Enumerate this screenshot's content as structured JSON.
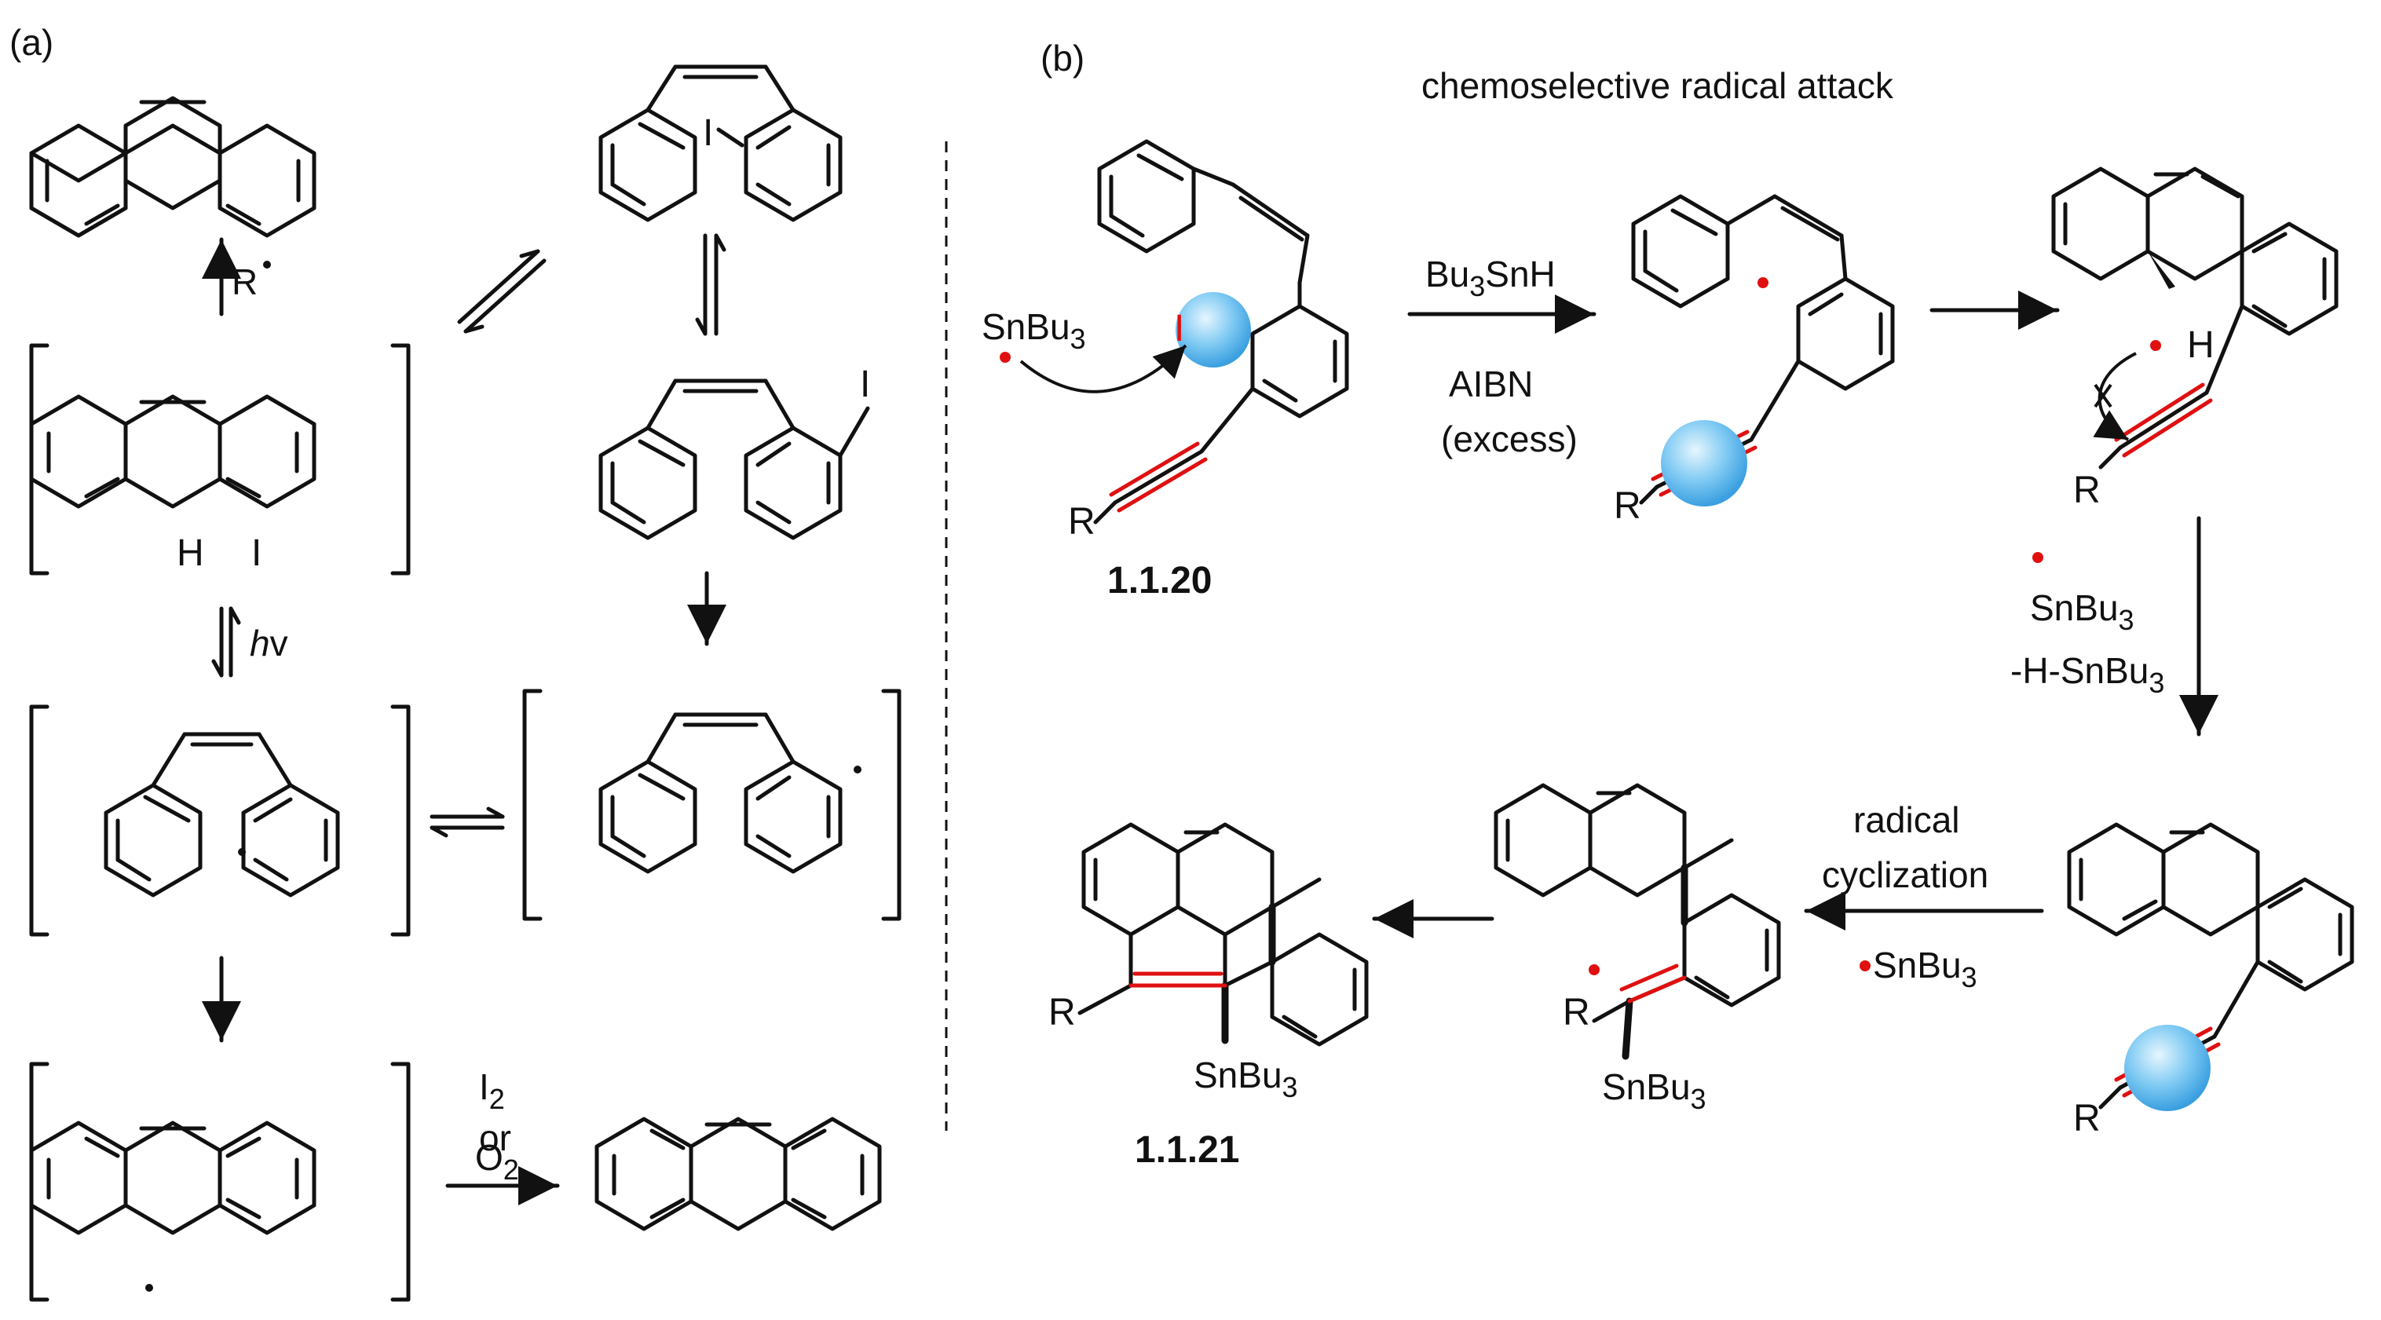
{
  "panel_labels": {
    "a": "(a)",
    "b": "(b)"
  },
  "title_b": "chemoselective radical attack",
  "atoms": {
    "I": "I",
    "H": "H",
    "R": "R"
  },
  "reagents": {
    "r_radical": "R",
    "hv_h": "h",
    "hv_v": "v",
    "i2_main": "I",
    "i2_sub": "2",
    "or": "or",
    "o2_main": "O",
    "o2_sub": "2",
    "snbu3_a": "SnBu",
    "snbu3_sub": "3",
    "bu3snh_a": "Bu",
    "bu3snh_sub": "3",
    "bu3snh_b": "SnH",
    "aibn": "AIBN",
    "excess": "(excess)",
    "hsnbu3_a": "-H-SnBu",
    "radical_cyc_1": "radical",
    "radical_cyc_2": "cyclization"
  },
  "compounds": {
    "c1120": "1.1.20",
    "c1121": "1.1.21"
  },
  "colors": {
    "bond": "#111111",
    "radical": "#e01010",
    "highlight": "#e01010",
    "sphere": "#59b6ee",
    "sphere_light": "#c9e9fb"
  }
}
